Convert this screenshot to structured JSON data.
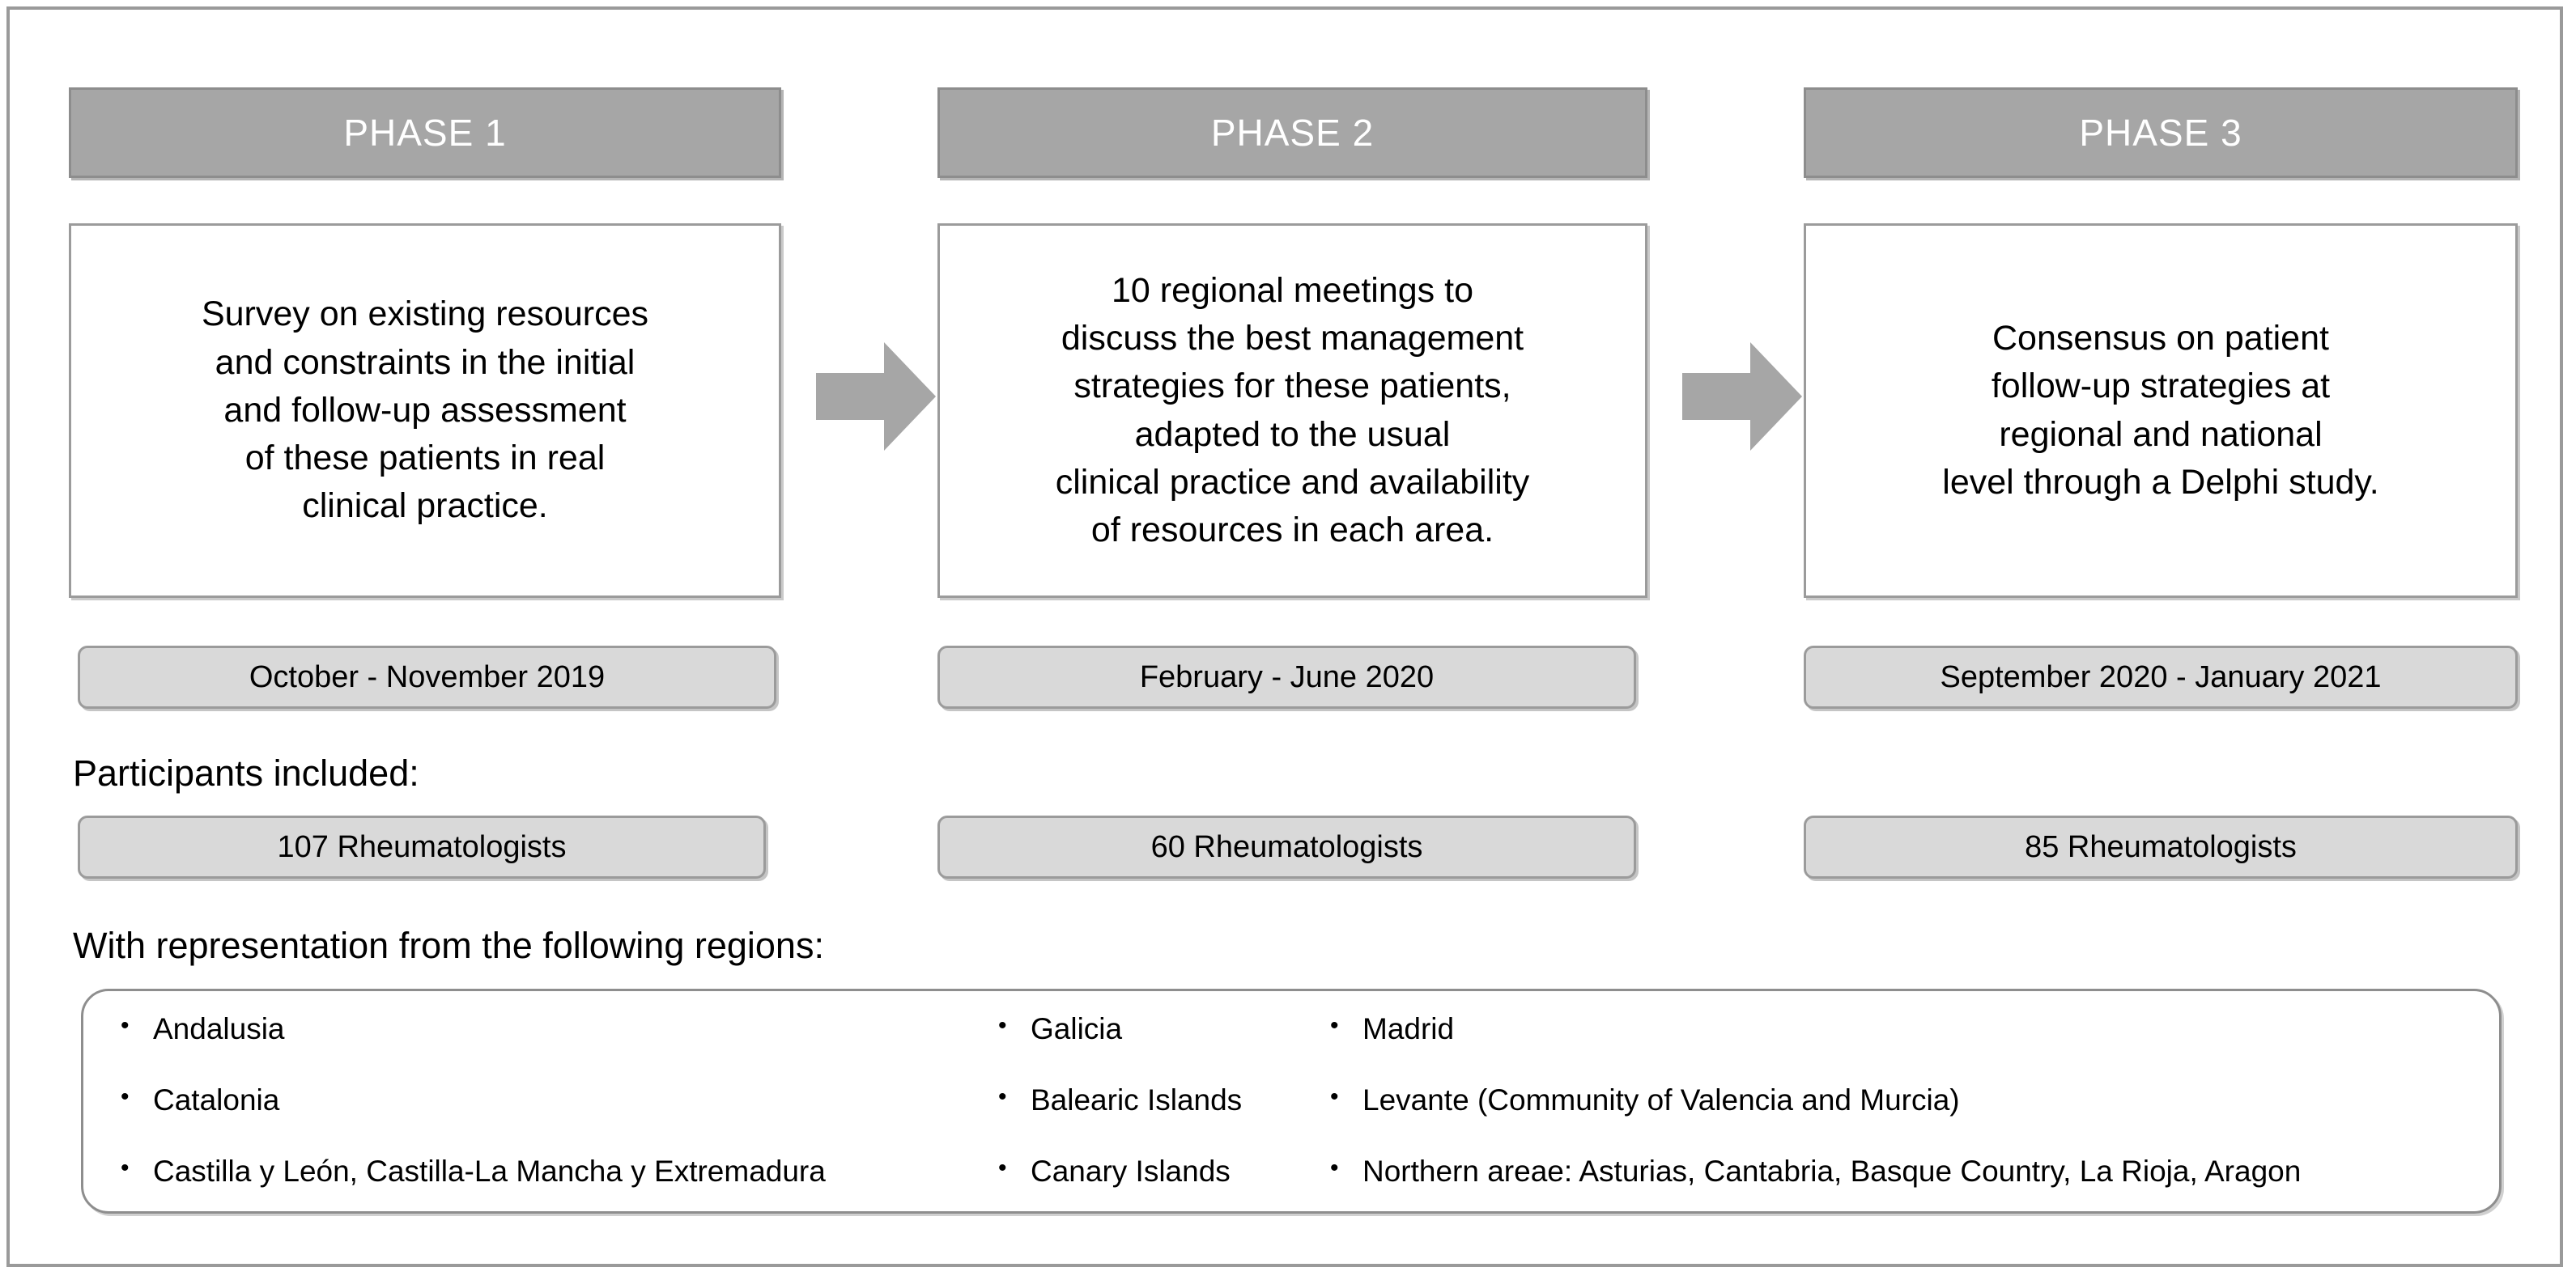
{
  "figure": {
    "title": "Study phases flow diagram",
    "colors": {
      "header_fill": "#a6a6a6",
      "header_text": "#ffffff",
      "pill_fill": "#d9d9d9",
      "border": "#9b9b9b",
      "arrow_fill": "#a6a6a6",
      "body_fill": "#ffffff"
    }
  },
  "phases": [
    {
      "header": "PHASE 1",
      "description": "Survey on existing resources\nand constraints in the initial\nand follow-up assessment\nof these patients in real\nclinical practice.",
      "date": "October - November 2019",
      "participants": "107 Rheumatologists"
    },
    {
      "header": "PHASE 2",
      "description": "10 regional meetings to\ndiscuss the best management\nstrategies for these patients,\nadapted to the usual\nclinical practice and availability\nof resources in each area.",
      "date": "February - June 2020",
      "participants": "60 Rheumatologists"
    },
    {
      "header": "PHASE 3",
      "description": "Consensus on patient\nfollow-up strategies at\nregional and national\nlevel through a Delphi study.",
      "date": "September 2020 - January 2021",
      "participants": "85 Rheumatologists"
    }
  ],
  "labels": {
    "participants_included": "Participants included:",
    "regions_intro": "With representation from the following regions:"
  },
  "regions": {
    "column_a": [
      "Andalusia",
      "Catalonia",
      "Castilla y León, Castilla-La Mancha y Extremadura"
    ],
    "column_b": [
      "Galicia",
      "Balearic Islands",
      "Canary Islands"
    ],
    "column_c": [
      "Madrid",
      "Levante (Community of Valencia and Murcia)",
      "Northern areae: Asturias, Cantabria, Basque Country, La Rioja, Aragon"
    ],
    "bullet_glyph": "•"
  }
}
